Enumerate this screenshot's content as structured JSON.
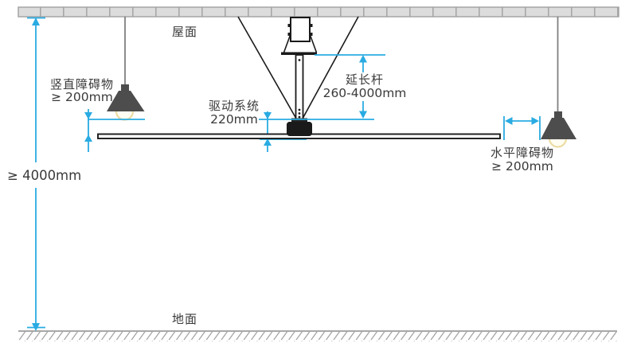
{
  "diagram": {
    "type": "hvls-ceiling-fan-installation-clearance-diagram",
    "annotations": {
      "roof": "屋面",
      "ground": "地面",
      "overall_clearance": "≥ 4000mm",
      "vertical_obstacle": {
        "name": "竖直障碍物",
        "value": "≥ 200mm"
      },
      "drive_system": {
        "name": "驱动系统",
        "value": "220mm"
      },
      "extension_rod": {
        "name": "延长杆",
        "value": "260-4000mm"
      },
      "horizontal_obstacle": {
        "name": "水平障碍物",
        "value": "≥ 200mm"
      }
    },
    "colors": {
      "dimension_accent": "#29abe2",
      "structure_line": "#1a1a1a",
      "ceiling_fill": "#dcdcdc",
      "ceiling_stroke": "#a0a0a0",
      "lamp_shade": "#4d4d4d",
      "lamp_cord": "#808080",
      "bulb_glow": "#ecdca4",
      "ground_line": "#8c8c8c",
      "label_text": "#3a3a3a"
    }
  }
}
